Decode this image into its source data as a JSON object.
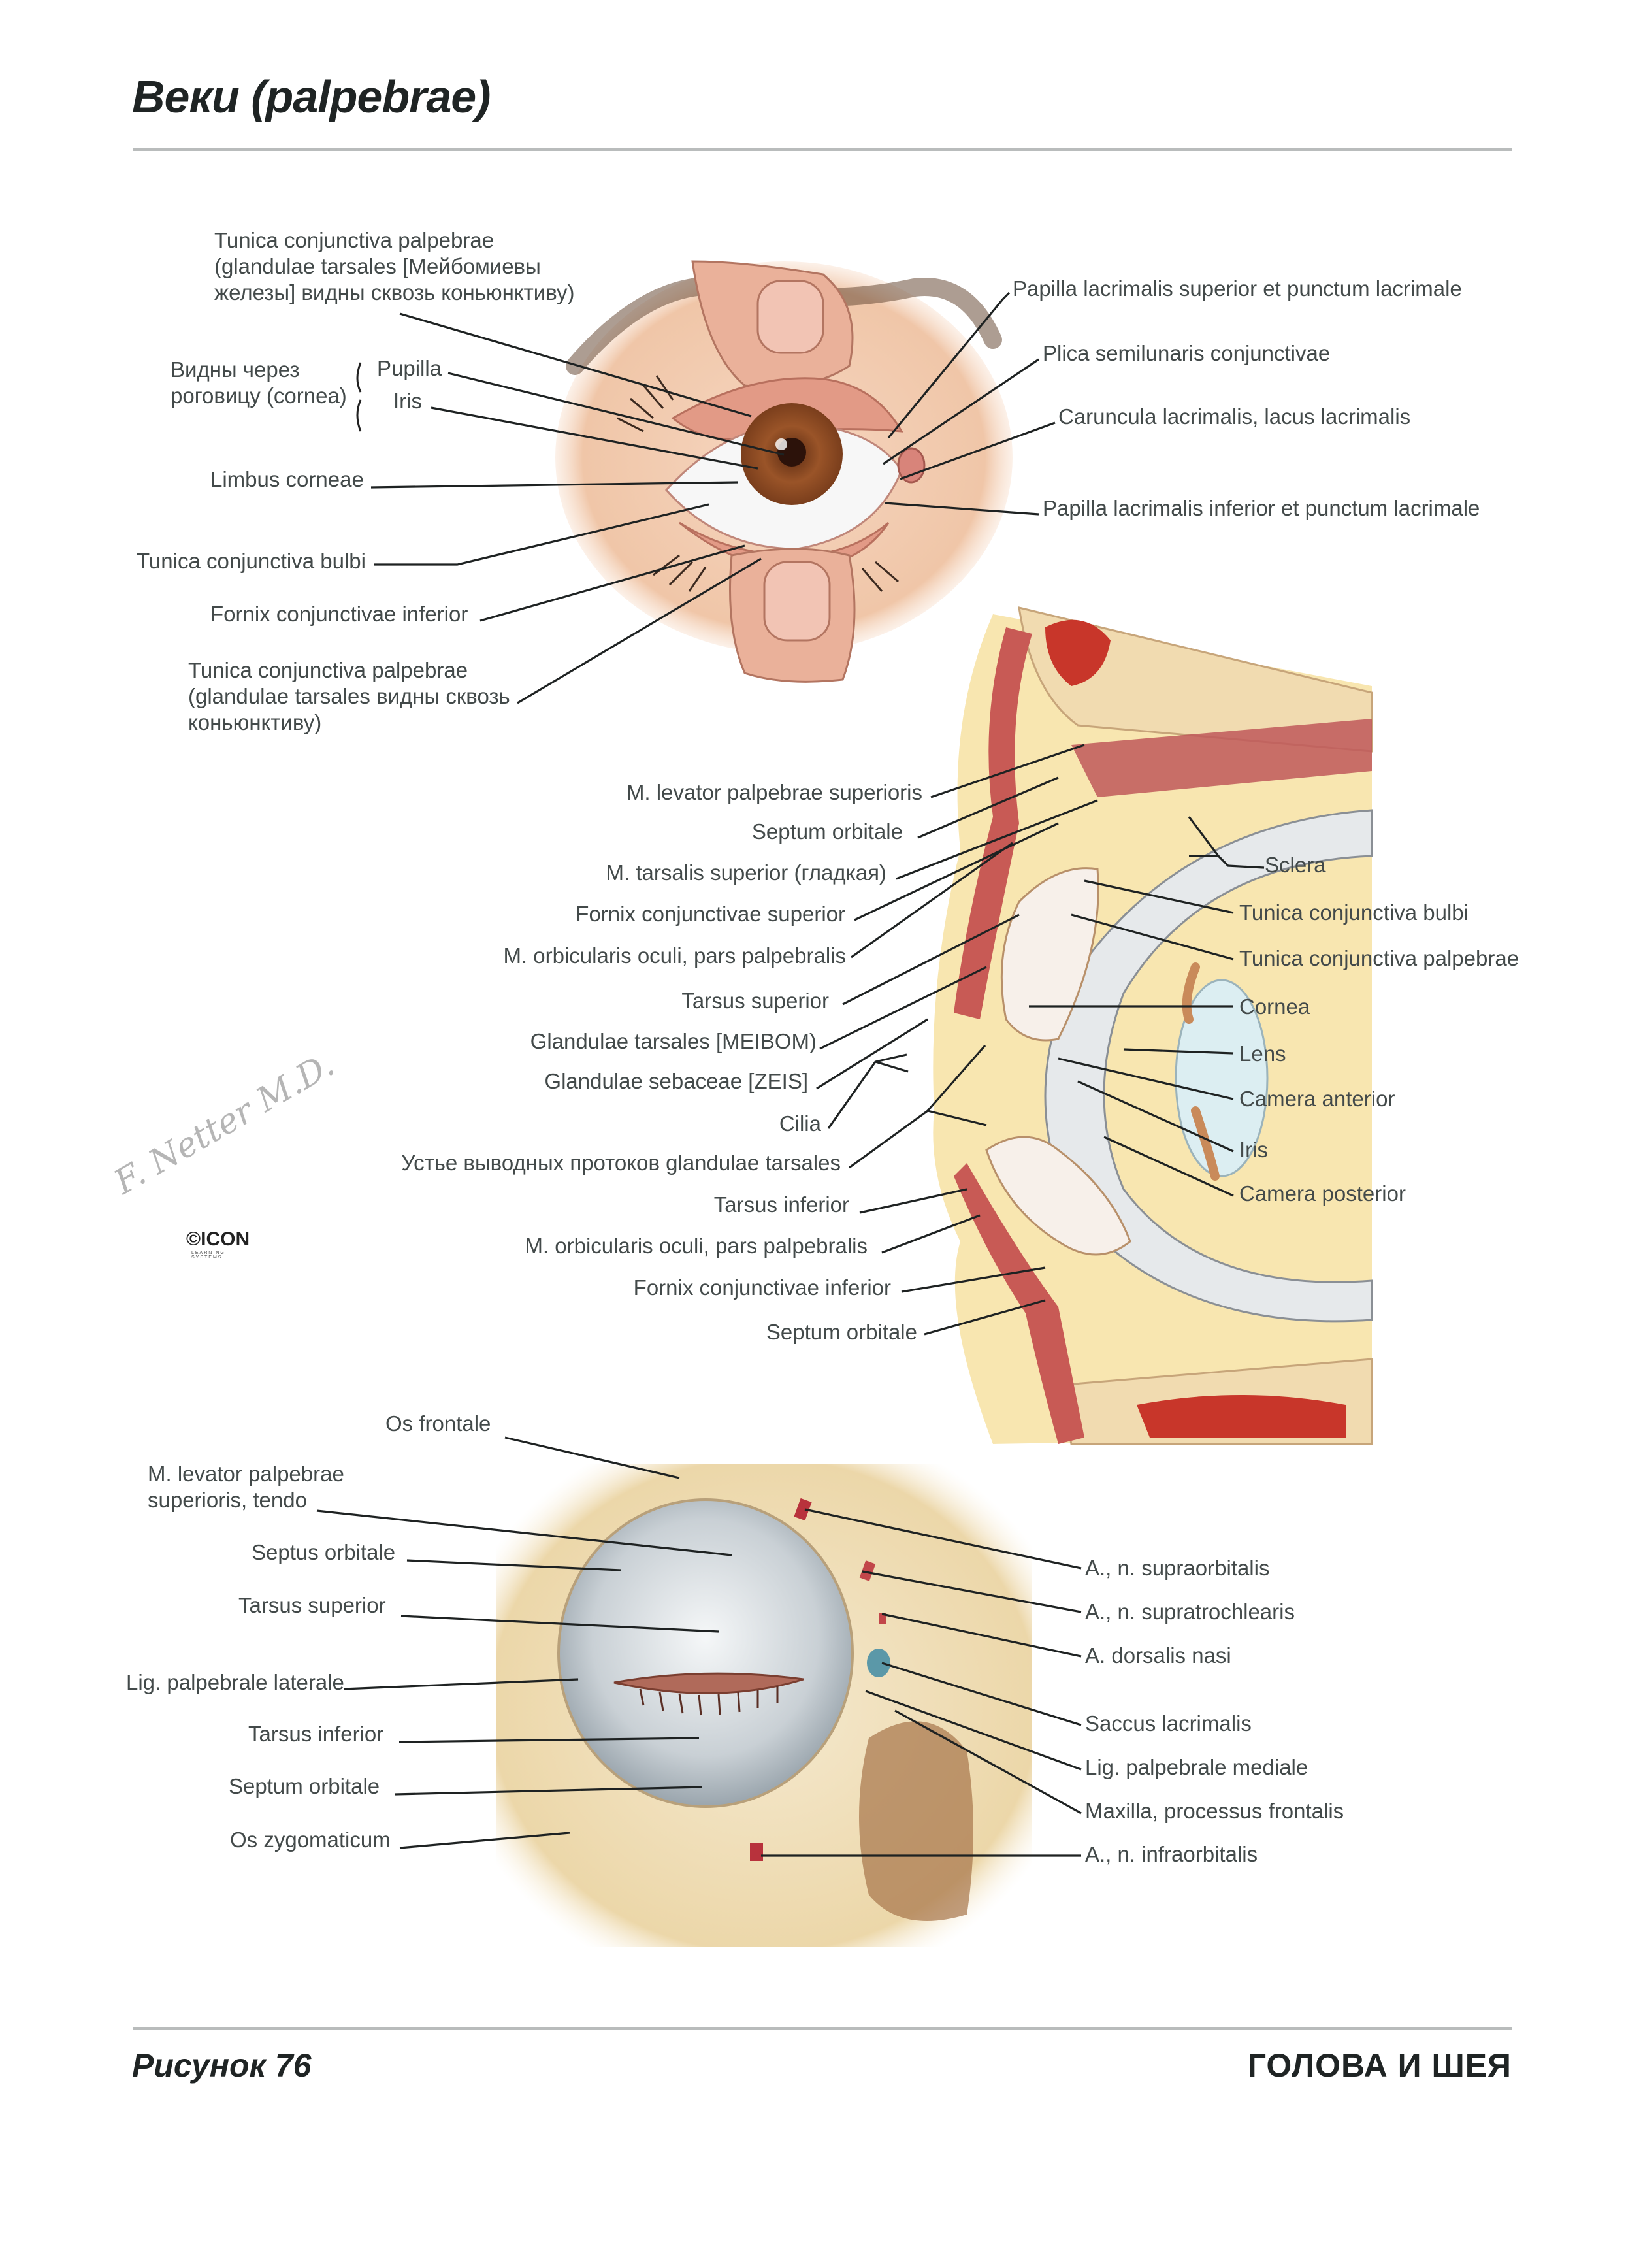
{
  "page": {
    "title_main": "Веки",
    "title_latin": "(palpebrae)",
    "figure_number": "Рисунок 76",
    "section": "ГОЛОВА И ШЕЯ"
  },
  "figure_top": {
    "name": "Eye with everted eyelids (anterior view)",
    "labels_left": [
      {
        "id": "tcp1",
        "text": "Tunica conjunctiva palpebrae\n(glandulae tarsales [Мейбомиевы\nжелезы] видны сквозь коньюнктиву)"
      },
      {
        "id": "group",
        "text": "Видны через\nроговицу (cornea)"
      },
      {
        "id": "pupilla",
        "text": "Pupilla"
      },
      {
        "id": "iris",
        "text": "Iris"
      },
      {
        "id": "limbus",
        "text": "Limbus corneae"
      },
      {
        "id": "tcb",
        "text": "Tunica conjunctiva bulbi"
      },
      {
        "id": "fci",
        "text": "Fornix conjunctivae inferior"
      },
      {
        "id": "tcp2",
        "text": "Tunica conjunctiva palpebrae\n(glandulae tarsales видны сквозь\nконьюнктиву)"
      }
    ],
    "labels_right": [
      {
        "id": "pls",
        "text": "Papilla lacrimalis superior et punctum lacrimale"
      },
      {
        "id": "psc",
        "text": "Plica semilunaris conjunctivae"
      },
      {
        "id": "car",
        "text": "Caruncula lacrimalis, lacus lacrimalis"
      },
      {
        "id": "pli",
        "text": "Papilla lacrimalis inferior et punctum lacrimale"
      }
    ]
  },
  "figure_middle": {
    "name": "Sagittal section of eyelids and anterior eyeball",
    "labels_left": [
      {
        "text": "M. levator palpebrae superioris"
      },
      {
        "text": "Septum orbitale"
      },
      {
        "text": "M. tarsalis superior (гладкая)"
      },
      {
        "text": "Fornix conjunctivae superior"
      },
      {
        "text": "M. orbicularis oculi, pars palpebralis"
      },
      {
        "text": "Tarsus superior"
      },
      {
        "text": "Glandulae tarsales [MEIBOM)"
      },
      {
        "text": "Glandulae sebaceae [ZEIS]"
      },
      {
        "text": "Cilia"
      },
      {
        "text": "Устье выводных протоков glandulae tarsales"
      },
      {
        "text": "Tarsus inferior"
      },
      {
        "text": "M. orbicularis oculi, pars palpebralis"
      },
      {
        "text": "Fornix conjunctivae inferior"
      },
      {
        "text": "Septum orbitale"
      }
    ],
    "labels_right": [
      {
        "text": "Sclera"
      },
      {
        "text": "Tunica conjunctiva bulbi"
      },
      {
        "text": "Tunica conjunctiva palpebrae"
      },
      {
        "text": "Cornea"
      },
      {
        "text": "Lens"
      },
      {
        "text": "Camera anterior"
      },
      {
        "text": "Iris"
      },
      {
        "text": "Camera posterior"
      }
    ]
  },
  "figure_bottom": {
    "name": "Orbital septum and tarsal plates (anterior view)",
    "labels_left": [
      {
        "text": "Os frontale"
      },
      {
        "text": "M. levator palpebrae\nsuperioris, tendo"
      },
      {
        "text": "Septus orbitale"
      },
      {
        "text": "Tarsus superior"
      },
      {
        "text": "Lig. palpebrale laterale"
      },
      {
        "text": "Tarsus inferior"
      },
      {
        "text": "Septum orbitale"
      },
      {
        "text": "Os zygomaticum"
      }
    ],
    "labels_right": [
      {
        "text": "A., n. supraorbitalis"
      },
      {
        "text": "A., n. supratrochlearis"
      },
      {
        "text": "A. dorsalis nasi"
      },
      {
        "text": "Saccus lacrimalis"
      },
      {
        "text": "Lig. palpebrale mediale"
      },
      {
        "text": "Maxilla, processus frontalis"
      },
      {
        "text": "A., n. infraorbitalis"
      }
    ]
  },
  "signature": {
    "artist": "F. Netter M.D.",
    "publisher": "©ICON",
    "publisher_sub": "LEARNING SYSTEMS"
  },
  "colors": {
    "skin": "#f2c9ad",
    "iris": "#8a4a22",
    "sclera": "#f4f6f6",
    "muscle": "#c0585a",
    "fat": "#f3dc7a",
    "bone": "#f1dfb9",
    "septum": "#c9cfd4",
    "text": "#434a4a",
    "rule": "#b9bcbc"
  }
}
